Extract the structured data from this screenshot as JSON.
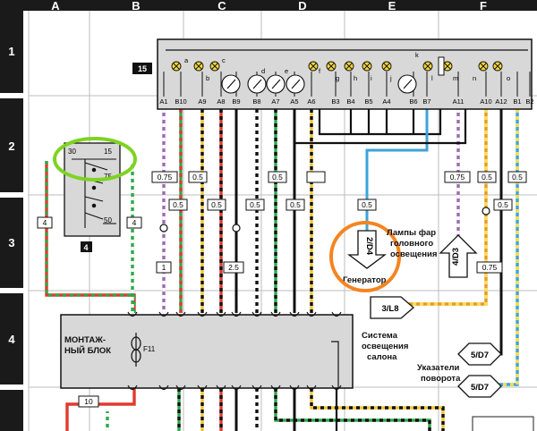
{
  "columns": [
    "A",
    "B",
    "C",
    "D",
    "E",
    "F"
  ],
  "rows": [
    "1",
    "2",
    "3",
    "4"
  ],
  "block15": {
    "id": "15",
    "pins": [
      "A1",
      "B10",
      "A9",
      "A8",
      "B9",
      "B8",
      "A7",
      "A5",
      "A6",
      "B3",
      "B4",
      "B5",
      "A4",
      "B6",
      "B7",
      "A11",
      "A10",
      "A12",
      "B1",
      "B2"
    ],
    "lamp_letters": [
      "a",
      "b",
      "c",
      "d",
      "e",
      "f",
      "g",
      "h",
      "i",
      "j",
      "k",
      "l",
      "m",
      "n",
      "o"
    ]
  },
  "relay": {
    "id": "4",
    "pins": [
      "30",
      "15",
      "75",
      "50"
    ]
  },
  "mount_block": {
    "title_line1": "МОНТАЖ-",
    "title_line2": "НЫЙ БЛОК",
    "fuse": "F11"
  },
  "wire_labels": {
    "a1": "0.75",
    "b10": "0.5",
    "a9": "0.5",
    "a8": "0.5",
    "b8": "0.5",
    "a7": "0.5",
    "a5": "0.5",
    "e_gen": "0.5",
    "f_lamp": "0.75",
    "a10": "0.5",
    "b1": "0.5",
    "a12": "0.5",
    "a10b": "0.75",
    "relay_left": "4",
    "relay_right": "4",
    "a1_low": "1",
    "a8_low": "2.5",
    "bottom": "10"
  },
  "refs": {
    "generator": "2/D4",
    "headlamp": "4/D3",
    "cabin": "3/L8",
    "turn1": "5/D7",
    "turn2": "5/D7"
  },
  "labels": {
    "generator": "Генератор",
    "headlamp_l1": "Лампы фар",
    "headlamp_l2": "головного",
    "headlamp_l3": "освещения",
    "cabin_l1": "Система",
    "cabin_l2": "освещения",
    "cabin_l3": "салона",
    "turn_l1": "Указатели",
    "turn_l2": "поворота"
  },
  "highlights": {
    "relay_circle": "#7ed321",
    "generator_circle": "#f5841f"
  }
}
